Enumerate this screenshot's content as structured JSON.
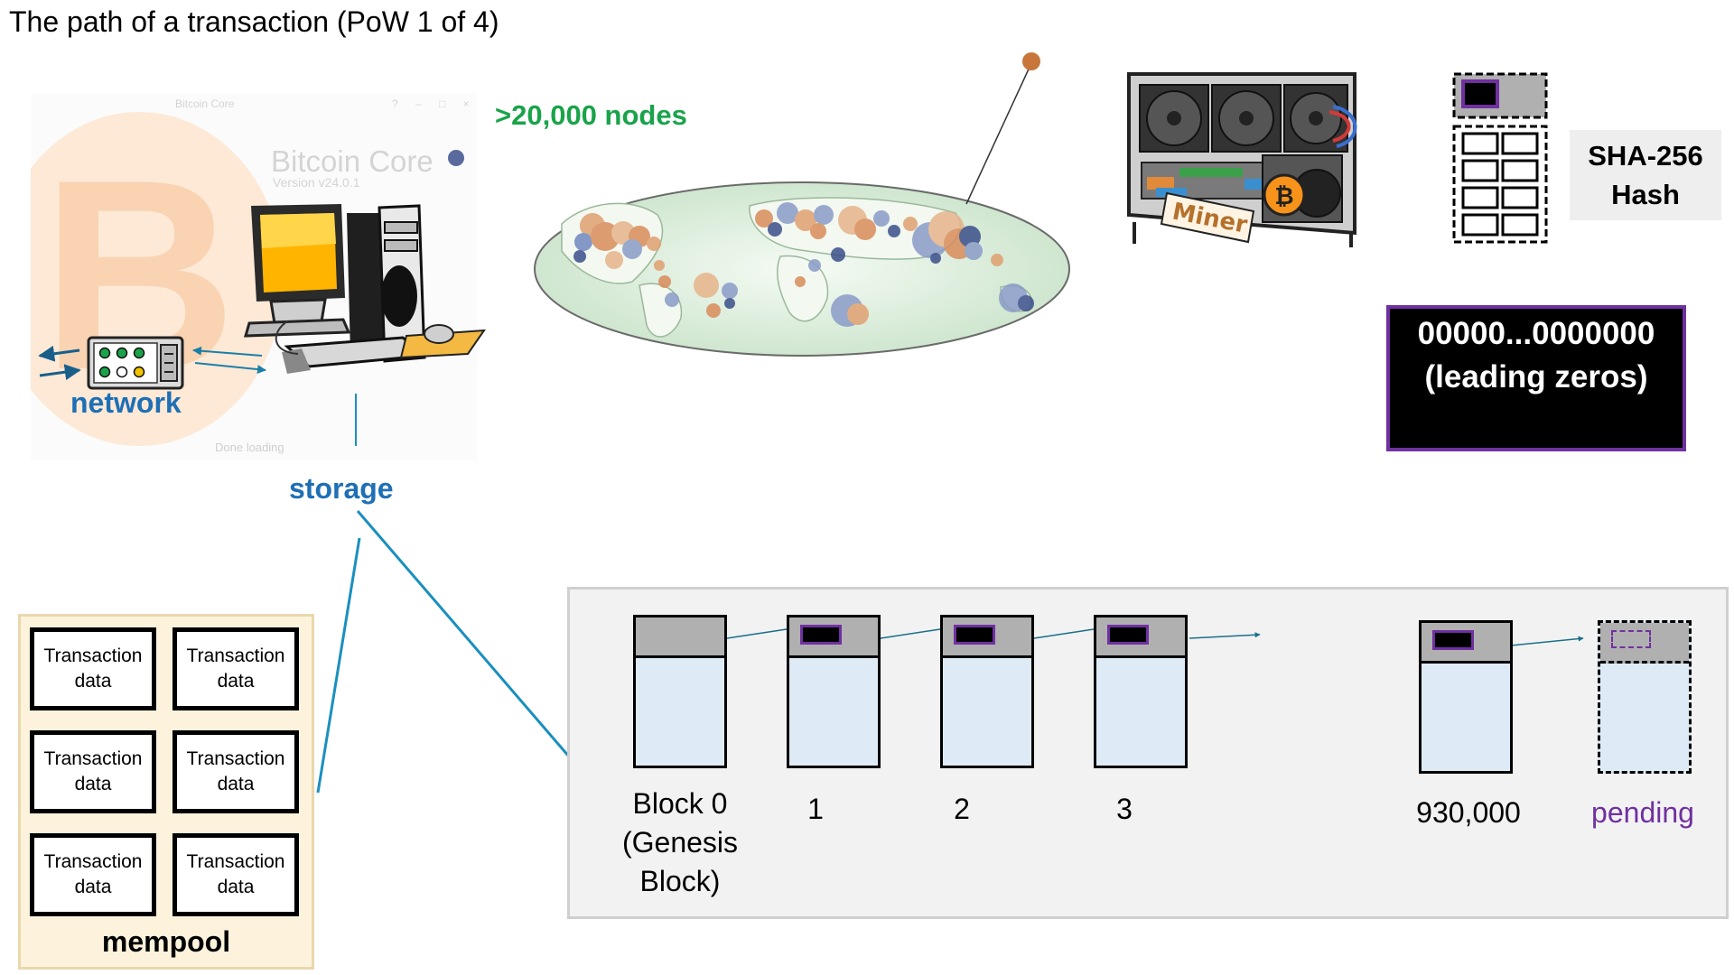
{
  "title": "The path of a transaction (PoW 1 of 4)",
  "bitcoin_core_window": {
    "window_title": "Bitcoin Core",
    "window_controls": "? – □ ×",
    "app_name": "Bitcoin Core",
    "version": "Version v24.0.1",
    "status": "Done loading",
    "logo_glyph": "B"
  },
  "labels": {
    "network": "network",
    "storage": "storage",
    "nodes": ">20,000 nodes",
    "miner": "Miner"
  },
  "mempool": {
    "label": "mempool",
    "transactions": [
      {
        "line1": "Transaction",
        "line2": "data"
      },
      {
        "line1": "Transaction",
        "line2": "data"
      },
      {
        "line1": "Transaction",
        "line2": "data"
      },
      {
        "line1": "Transaction",
        "line2": "data"
      },
      {
        "line1": "Transaction",
        "line2": "data"
      },
      {
        "line1": "Transaction",
        "line2": "data"
      }
    ]
  },
  "hash": {
    "title_line1": "SHA-256",
    "title_line2": "Hash",
    "target_line1": "00000...0000000",
    "target_line2": "(leading zeros)"
  },
  "blockchain": {
    "genesis": {
      "line1": "Block 0",
      "line2": "(Genesis",
      "line3": "Block)"
    },
    "block1": "1",
    "block2": "2",
    "block3": "3",
    "latest": "930,000",
    "pending": "pending"
  },
  "colors": {
    "green": "#1aa34a",
    "blue": "#1e6fb5",
    "purple": "#7030a0",
    "connector": "#1a8fbf"
  },
  "icons": [
    "bitcoin-logo-icon",
    "computer-icon",
    "router-icon",
    "world-map-icon",
    "mining-rig-icon",
    "hash-document-icon"
  ]
}
